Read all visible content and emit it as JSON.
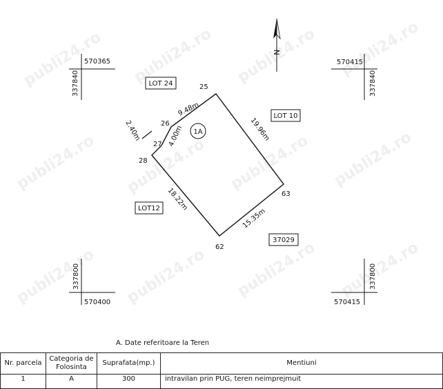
{
  "plan": {
    "grid_corners": [
      {
        "north": "337840",
        "east": "570365"
      },
      {
        "north": "337840",
        "east": "570415"
      },
      {
        "north": "337800",
        "east": "570400"
      },
      {
        "north": "337800",
        "east": "570415"
      }
    ],
    "north_label": "N",
    "parcel_label": "1A",
    "vertices": [
      "25",
      "26",
      "27",
      "28",
      "62",
      "63"
    ],
    "segment_lengths": [
      "9.48m",
      "19.96m",
      "15.35m",
      "18.22m",
      "4.00m",
      "2.40m"
    ],
    "neighbor_lots": [
      "LOT 24",
      "LOT 10",
      "LOT12",
      "37029"
    ],
    "watermark": "publi24.ro"
  },
  "table": {
    "title": "A. Date referitoare la Teren",
    "headers": [
      "Nr. parcela",
      "Categoria de Folosinta",
      "Suprafata(mp.)",
      "Mentiuni"
    ],
    "rows": [
      [
        "1",
        "A",
        "300",
        "intravilan prin PUG, teren neimprejmuit"
      ]
    ]
  }
}
